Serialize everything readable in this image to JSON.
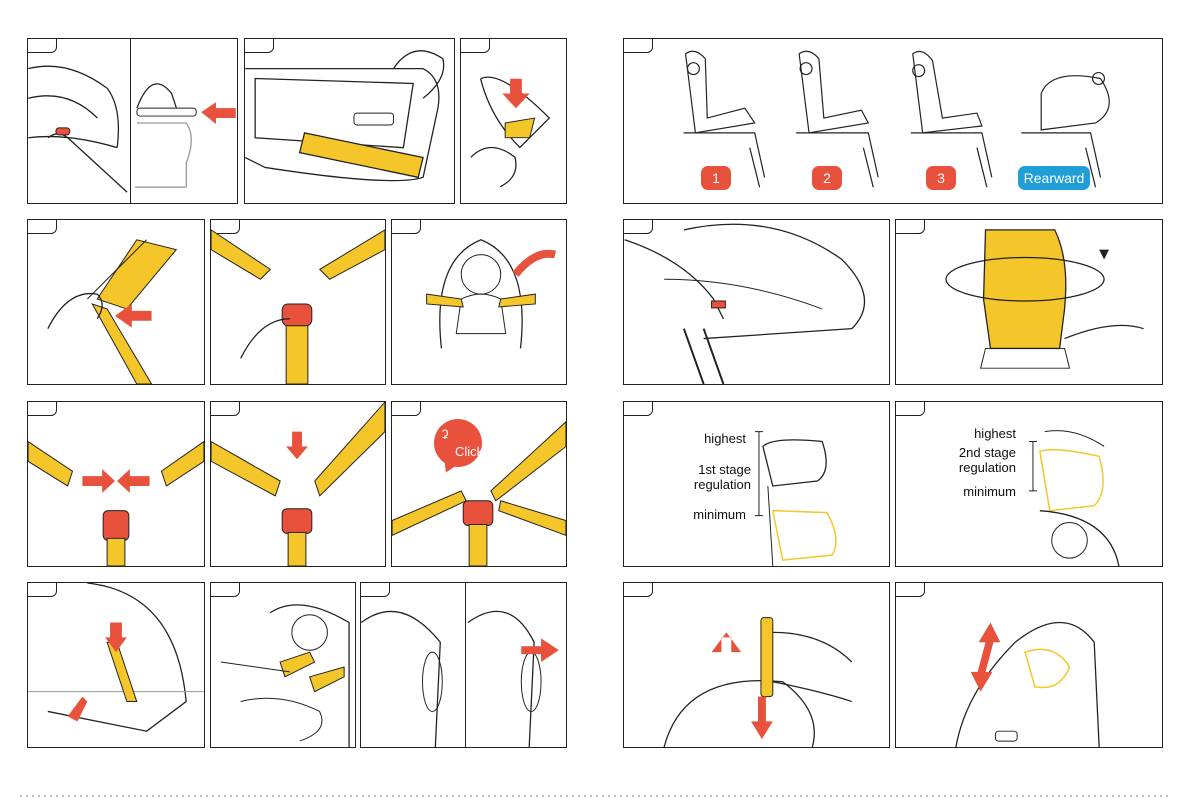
{
  "colors": {
    "accent_red": "#e8513c",
    "strap_yellow": "#f4c62a",
    "blue_badge": "#1f9ed8",
    "line": "#222222"
  },
  "positions_panel": {
    "badges": [
      {
        "label": "1",
        "color": "red"
      },
      {
        "label": "2",
        "color": "red"
      },
      {
        "label": "3",
        "color": "red"
      },
      {
        "label": "Rearward",
        "color": "blue"
      }
    ]
  },
  "headrest_stage1": {
    "highest": "highest",
    "stage": "1st stage\nregulation",
    "minimum": "minimum"
  },
  "headrest_stage2": {
    "highest": "highest",
    "stage": "2nd stage\nregulation",
    "minimum": "minimum"
  },
  "buckle_panel": {
    "click": "Click"
  },
  "icons": [
    "arrow-icon",
    "ear-icon",
    "rotate-arrow-icon",
    "double-arrow-icon"
  ]
}
